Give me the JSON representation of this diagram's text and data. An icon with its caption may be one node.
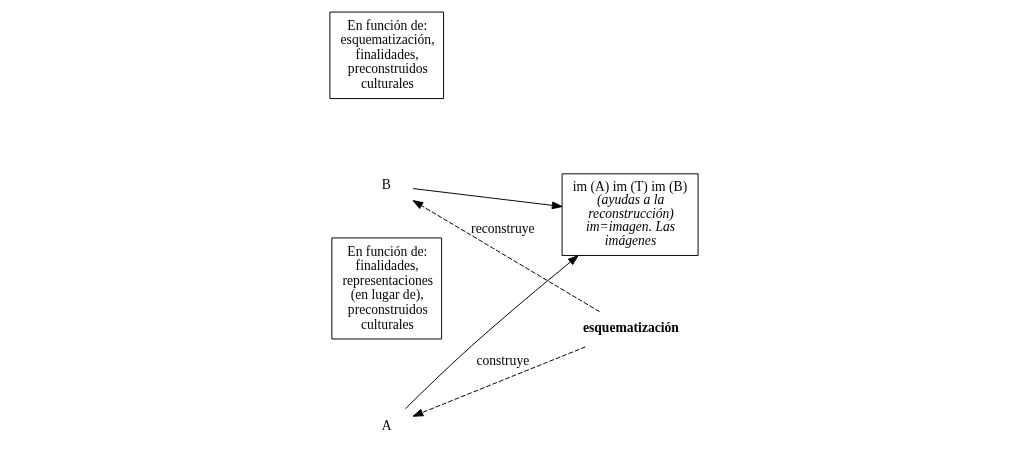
{
  "diagram": {
    "nodes": [
      {
        "text": [
          "A"
        ]
      },
      {
        "text": [
          "im (A) im (T) im (B)",
          "(ayudas a la reconstrucción) im=imagen. Las imágenes"
        ]
      },
      {
        "text": [
          "B"
        ]
      },
      {
        "text": [
          "En función de: finalidades, representaciones (en lugar de), preconstruidos culturales"
        ]
      },
      {
        "text": [
          "En función de: esquematización, finalidades, preconstruidos culturales"
        ]
      },
      {
        "text": [
          "esquematización"
        ]
      }
    ],
    "edges": [
      {
        "from": 5,
        "to": 0,
        "arrow": "to",
        "style": "dashed",
        "label": "construye"
      },
      {
        "from": 5,
        "to": 2,
        "arrow": "to",
        "style": "dashed",
        "label": "reconstruye"
      },
      {
        "from": 0,
        "to": 1,
        "arrow": "to"
      },
      {
        "from": 2,
        "to": 1,
        "arrow": "to"
      }
    ]
  }
}
